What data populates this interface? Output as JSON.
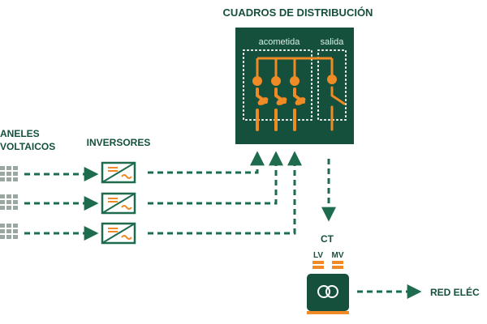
{
  "colors": {
    "dark_green": "#14503c",
    "arrow_green": "#1f6b4e",
    "orange": "#f08a24",
    "panel_gray": "#9aa7a0",
    "white": "#ffffff"
  },
  "labels": {
    "title": "CUADROS DE DISTRIBUCIÓN",
    "paneles_line1": "ANELES",
    "paneles_line2": "VOLTAICOS",
    "inversores": "INVERSORES",
    "acometida": "acometida",
    "salida": "salida",
    "ct": "CT",
    "lv": "LV",
    "mv": "MV",
    "red": "RED ELÉC"
  },
  "icons": {
    "pv_panel": "solar-panel-icon",
    "inverter": "inverter-icon",
    "transformer": "transformer-icon",
    "breaker": "breaker-switch-icon"
  }
}
